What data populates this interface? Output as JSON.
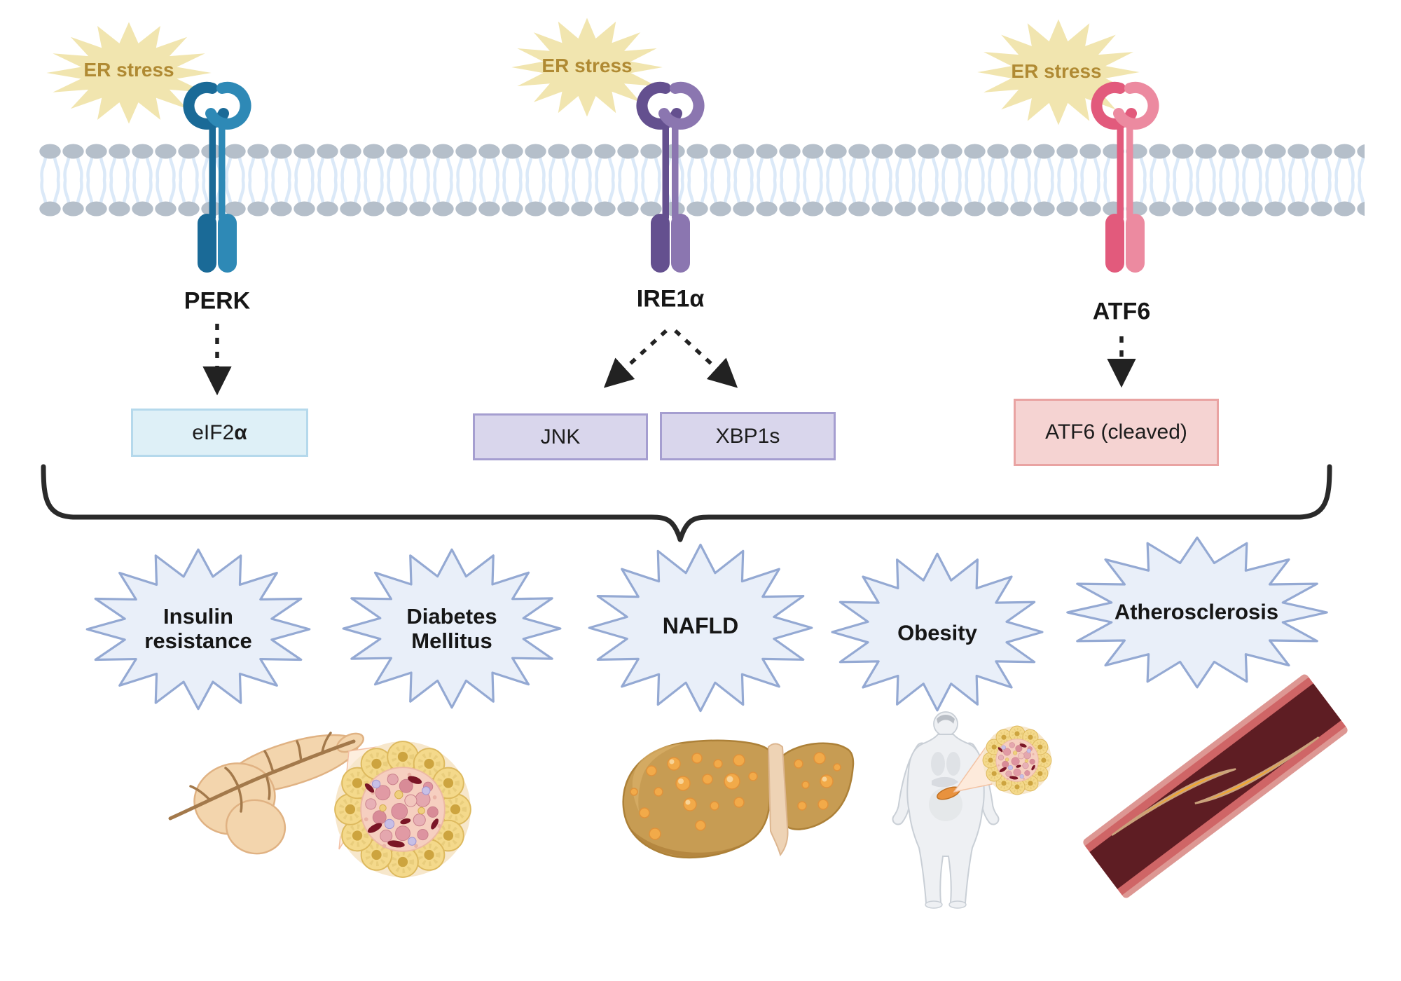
{
  "title": "ER stress / unfolded protein response signaling diagram",
  "labels": {
    "er_stress": "ER stress",
    "perk": "PERK",
    "ire1a": "IRE1α",
    "atf6": "ATF6"
  },
  "boxes": {
    "eif2a_main": "eIF2",
    "eif2a_alpha": "α",
    "jnk": "JNK",
    "xbp1s": "XBP1s",
    "atf6_cleaved": "ATF6 (cleaved)"
  },
  "diseases": [
    {
      "line1": "Insulin",
      "line2": "resistance"
    },
    {
      "line1": "Diabetes",
      "line2": "Mellitus"
    },
    {
      "line1": "NAFLD",
      "line2": ""
    },
    {
      "line1": "Obesity",
      "line2": ""
    },
    {
      "line1": "Atherosclerosis",
      "line2": ""
    }
  ],
  "illustrations": {
    "pancreas": "pancreas-with-islet-zoom-illustration",
    "liver": "fatty-liver-illustration",
    "obesity": "obese-person-with-islet-zoom-illustration",
    "vessel": "atherosclerotic-blood-vessel-illustration"
  },
  "colors": {
    "perk_dark": "#1a6a97",
    "perk_light": "#2e89b6",
    "ire1a_dark": "#64508f",
    "ire1a_light": "#8b76b0",
    "atf6_dark": "#e25a7c",
    "atf6_light": "#ec8aa0",
    "er_burst_fill": "#f1e5af",
    "er_burst_text": "#b08a33",
    "membrane_head": "#b5bfca",
    "membrane_tail": "#dbe9f8",
    "eif2a_box_fill": "#def0f7",
    "eif2a_box_border": "#b5d9ec",
    "jnk_xbp_box_fill": "#d9d6ec",
    "jnk_xbp_box_border": "#a59ed0",
    "atf6_box_fill": "#f5d3d2",
    "atf6_box_border": "#e9a3a2",
    "disease_burst_fill": "#e9eff9",
    "disease_burst_stroke": "#94a9d3",
    "arrow": "#222222",
    "brace": "#2a2a2a"
  }
}
